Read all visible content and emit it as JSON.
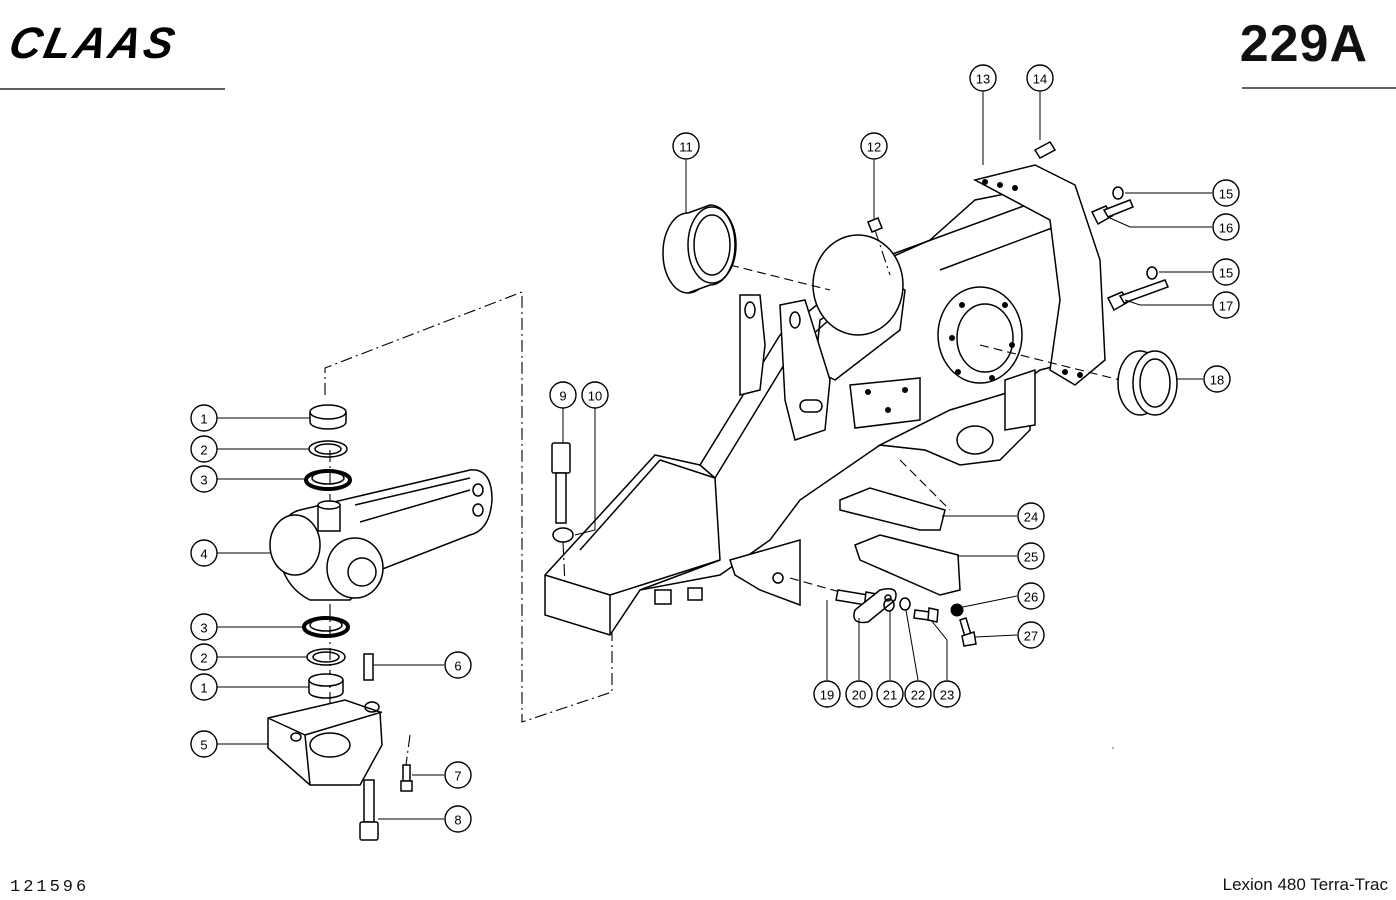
{
  "header": {
    "brand": "CLAAS",
    "page_number": "229A"
  },
  "footer": {
    "drawing_code": "121596",
    "model_name": "Lexion 480 Terra-Trac"
  },
  "callouts": [
    {
      "id": "c1a",
      "label": "1"
    },
    {
      "id": "c2a",
      "label": "2"
    },
    {
      "id": "c3a",
      "label": "3"
    },
    {
      "id": "c4",
      "label": "4"
    },
    {
      "id": "c3b",
      "label": "3"
    },
    {
      "id": "c2b",
      "label": "2"
    },
    {
      "id": "c1b",
      "label": "1"
    },
    {
      "id": "c5",
      "label": "5"
    },
    {
      "id": "c6",
      "label": "6"
    },
    {
      "id": "c7",
      "label": "7"
    },
    {
      "id": "c8",
      "label": "8"
    },
    {
      "id": "c9",
      "label": "9"
    },
    {
      "id": "c10",
      "label": "10"
    },
    {
      "id": "c11",
      "label": "11"
    },
    {
      "id": "c12",
      "label": "12"
    },
    {
      "id": "c13",
      "label": "13"
    },
    {
      "id": "c14",
      "label": "14"
    },
    {
      "id": "c15a",
      "label": "15"
    },
    {
      "id": "c16",
      "label": "16"
    },
    {
      "id": "c15b",
      "label": "15"
    },
    {
      "id": "c17",
      "label": "17"
    },
    {
      "id": "c18",
      "label": "18"
    },
    {
      "id": "c19",
      "label": "19"
    },
    {
      "id": "c20",
      "label": "20"
    },
    {
      "id": "c21",
      "label": "21"
    },
    {
      "id": "c22",
      "label": "22"
    },
    {
      "id": "c23",
      "label": "23"
    },
    {
      "id": "c24",
      "label": "24"
    },
    {
      "id": "c25",
      "label": "25"
    },
    {
      "id": "c26",
      "label": "26"
    },
    {
      "id": "c27",
      "label": "27"
    }
  ]
}
